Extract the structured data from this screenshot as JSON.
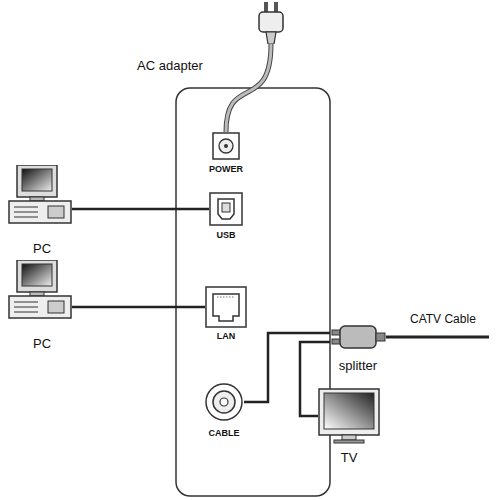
{
  "diagram": {
    "nodes": [
      {
        "text": [
          "AC adapter"
        ]
      },
      {
        "text": [
          "POWER"
        ]
      },
      {
        "text": [
          "USB"
        ]
      },
      {
        "text": [
          "LAN"
        ]
      },
      {
        "text": [
          "CABLE"
        ]
      },
      {
        "text": [
          "PC"
        ]
      },
      {
        "text": [
          "PC"
        ]
      },
      {
        "text": [
          "splitter"
        ]
      },
      {
        "text": [
          "TV"
        ]
      }
    ],
    "edges": [
      {
        "from": 0,
        "to": 1,
        "arrow": "none"
      },
      {
        "from": 5,
        "to": 2,
        "arrow": "none"
      },
      {
        "from": 6,
        "to": 3,
        "arrow": "none"
      },
      {
        "from": 7,
        "to": 4,
        "arrow": "none"
      },
      {
        "from": 7,
        "to": 8,
        "arrow": "none"
      }
    ],
    "labels": [
      "CATV Cable"
    ]
  }
}
